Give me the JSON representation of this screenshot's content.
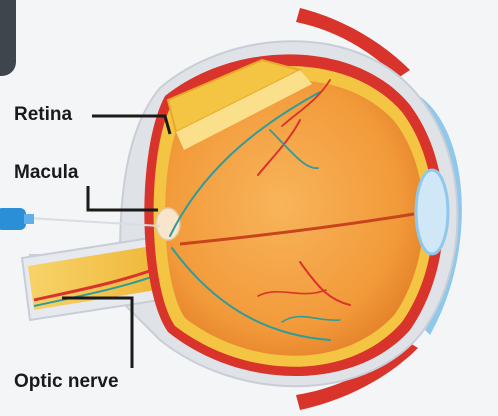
{
  "labels": {
    "retina": "Retina",
    "macula": "Macula",
    "optic_nerve": "Optic nerve"
  },
  "colors": {
    "sclera": "#dfe3e8",
    "retina_yellow": "#f4c443",
    "vitreous_orange": "#f29a3a",
    "vitreous_deep": "#e07a25",
    "vessel_red": "#d9342b",
    "vessel_teal": "#2f9c9a",
    "cornea_blue": "#8fc8ea",
    "needle_blue": "#2a8fd6",
    "leader_line": "#1a1a1a"
  }
}
